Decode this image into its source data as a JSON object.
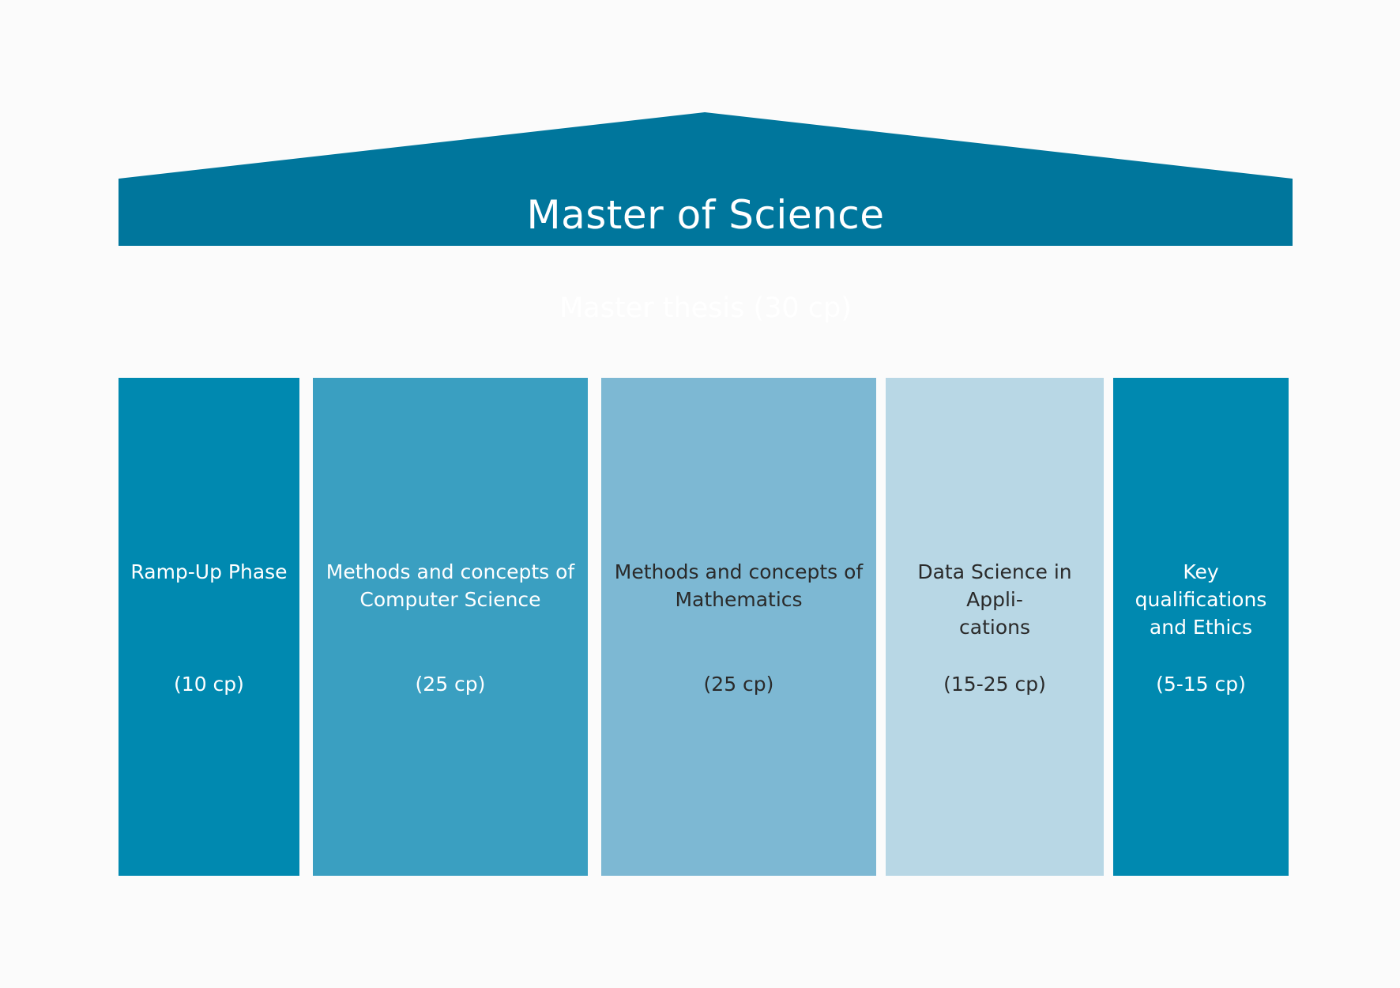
{
  "colors": {
    "background": "#fbfbfb",
    "roof": "#00769c",
    "thesis": "#00769c",
    "pillar_1": "#0089b0",
    "pillar_2": "#3a9fc1",
    "pillar_3": "#7db8d3",
    "pillar_4": "#b8d7e5",
    "pillar_5": "#0089b0",
    "light_text": "#ffffff",
    "dark_text": "#2a2a2a"
  },
  "roof": {
    "title": "Master of Science"
  },
  "thesis": {
    "label": "Master thesis (30 cp)"
  },
  "pillars": [
    {
      "name": "Ramp-Up Phase",
      "credits": "(10 cp)"
    },
    {
      "name": "Methods and concepts of\nComputer Science",
      "credits": "(25 cp)"
    },
    {
      "name": "Methods and concepts of\nMathematics",
      "credits": "(25 cp)"
    },
    {
      "name": "Data Science in Appli-\ncations",
      "credits": "(15-25 cp)"
    },
    {
      "name": "Key qualifications\nand Ethics",
      "credits": "(5-15 cp)"
    }
  ]
}
